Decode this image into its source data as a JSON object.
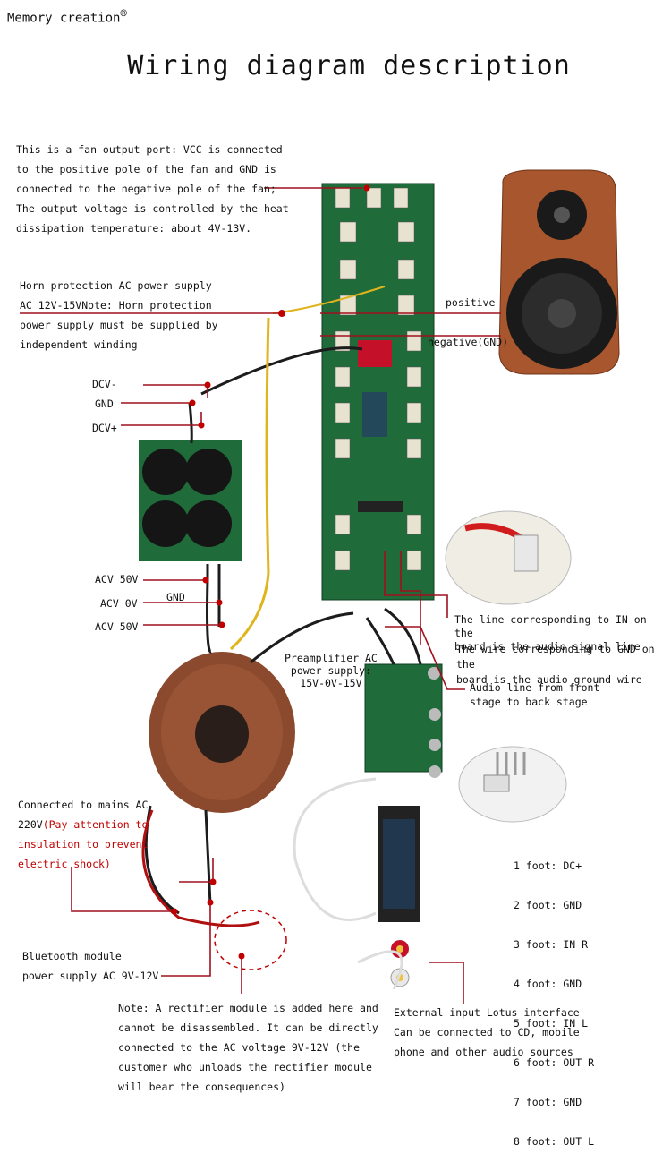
{
  "brand": {
    "name": "Memory creation",
    "mark": "®"
  },
  "title": "Wiring diagram description",
  "annotations": {
    "fan": "This is a fan output port: VCC is connected\nto the positive pole of the fan and GND is\nconnected to the negative pole of the fan;\nThe output voltage is controlled by the heat\ndissipation temperature: about 4V-13V.",
    "horn": "Horn protection AC power supply\nAC 12V-15VNote: Horn protection\npower supply must be supplied by\nindependent winding",
    "positive": "positive",
    "negative": "negative(GND)",
    "dcv_minus": "DCV-",
    "gnd1": "GND",
    "dcv_plus": "DCV+",
    "acv50_top": "ACV 50V",
    "acv0": "ACV 0V",
    "gnd2": "GND",
    "acv50_bottom": "ACV 50V",
    "in_line": "The line corresponding to IN on the\nboard is the audio signal line",
    "gnd_wire": "The wire corresponding to GND on the\nboard is the audio ground wire",
    "preamp": "Preamplifier AC\npower supply:\n15V-0V-15V",
    "audio_line": "Audio line from front\nstage to back stage",
    "mains_black": "Connected to mains AC\n220V",
    "mains_red": "(Pay attention to\ninsulation to prevent\nelectric shock)",
    "bluetooth": "Bluetooth module\npower supply AC 9V-12V",
    "rectifier": "Note: A rectifier module is added here and\ncannot be disassembled. It can be directly\nconnected to the AC voltage 9V-12V (the\ncustomer who unloads the rectifier module\nwill bear the consequences)",
    "lotus": "External input Lotus interface\nCan be connected to CD, mobile\nphone and other audio sources"
  },
  "pinout": [
    "1 foot: DC+",
    "2 foot: GND",
    "3 foot: IN  R",
    "4 foot: GND",
    "5 foot: IN  L",
    "6 foot: OUT R",
    "7 foot: GND",
    "8 foot: OUT L"
  ],
  "colors": {
    "accent_red": "#c00000",
    "board_green": "#1f6b3a",
    "speaker_wood": "#a8562e",
    "leader": "#a0101e"
  }
}
